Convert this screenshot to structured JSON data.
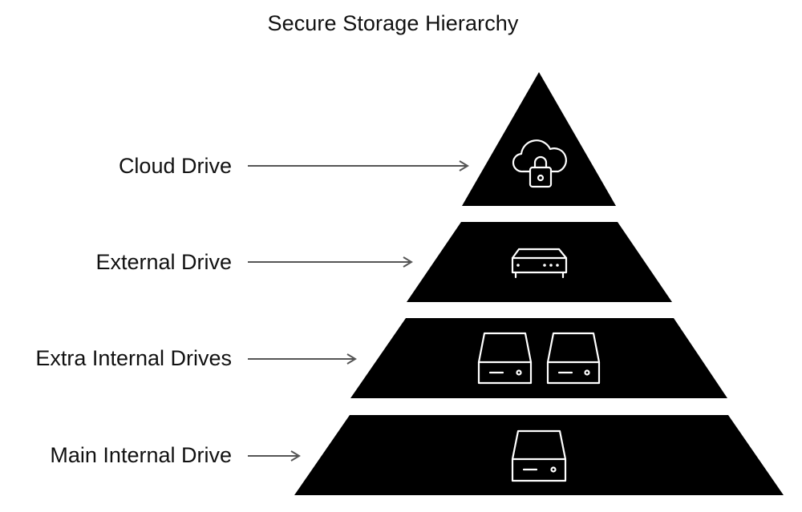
{
  "title": "Secure Storage Hierarchy",
  "tiers": [
    {
      "label": "Cloud Drive",
      "icon": "cloud-lock-icon"
    },
    {
      "label": "External Drive",
      "icon": "external-drive-icon"
    },
    {
      "label": "Extra Internal Drives",
      "icon": "internal-drives-icon"
    },
    {
      "label": "Main Internal Drive",
      "icon": "internal-drive-icon"
    }
  ],
  "colors": {
    "pyramid": "#000000",
    "icon_stroke": "#ffffff",
    "arrow": "#555555",
    "text": "#111111"
  }
}
